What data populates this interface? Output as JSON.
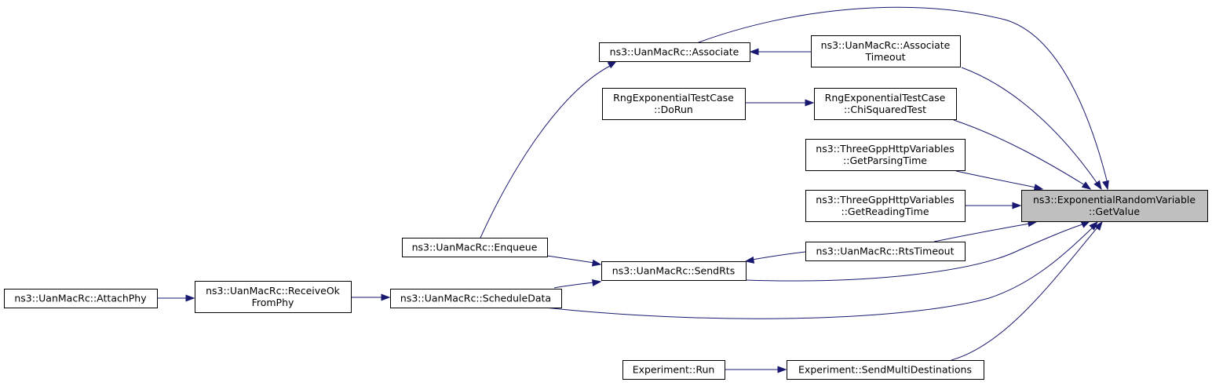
{
  "diagram": {
    "type": "call-graph",
    "direction": "right-to-left",
    "colors": {
      "edge": "#191970",
      "node_border": "#000000",
      "node_fill": "#ffffff",
      "focus_fill": "#bfbfbf"
    },
    "nodes": [
      {
        "id": "getvalue",
        "lines": [
          "ns3::ExponentialRandomVariable",
          "::GetValue"
        ],
        "focus": true
      },
      {
        "id": "associate",
        "lines": [
          "ns3::UanMacRc::Associate"
        ]
      },
      {
        "id": "associate_timeout",
        "lines": [
          "ns3::UanMacRc::Associate",
          "Timeout"
        ]
      },
      {
        "id": "rng_dorun",
        "lines": [
          "RngExponentialTestCase",
          "::DoRun"
        ]
      },
      {
        "id": "rng_chisq",
        "lines": [
          "RngExponentialTestCase",
          "::ChiSquaredTest"
        ]
      },
      {
        "id": "parsing_time",
        "lines": [
          "ns3::ThreeGppHttpVariables",
          "::GetParsingTime"
        ]
      },
      {
        "id": "reading_time",
        "lines": [
          "ns3::ThreeGppHttpVariables",
          "::GetReadingTime"
        ]
      },
      {
        "id": "enqueue",
        "lines": [
          "ns3::UanMacRc::Enqueue"
        ]
      },
      {
        "id": "rts_timeout",
        "lines": [
          "ns3::UanMacRc::RtsTimeout"
        ]
      },
      {
        "id": "send_rts",
        "lines": [
          "ns3::UanMacRc::SendRts"
        ]
      },
      {
        "id": "attach_phy",
        "lines": [
          "ns3::UanMacRc::AttachPhy"
        ]
      },
      {
        "id": "receive_ok",
        "lines": [
          "ns3::UanMacRc::ReceiveOk",
          "FromPhy"
        ]
      },
      {
        "id": "schedule_data",
        "lines": [
          "ns3::UanMacRc::ScheduleData"
        ]
      },
      {
        "id": "exp_run",
        "lines": [
          "Experiment::Run"
        ]
      },
      {
        "id": "send_multi",
        "lines": [
          "Experiment::SendMultiDestinations"
        ]
      }
    ],
    "edges": [
      {
        "from": "associate",
        "to": "getvalue"
      },
      {
        "from": "associate_timeout",
        "to": "associate"
      },
      {
        "from": "associate_timeout",
        "to": "getvalue"
      },
      {
        "from": "enqueue",
        "to": "associate"
      },
      {
        "from": "rng_dorun",
        "to": "rng_chisq"
      },
      {
        "from": "rng_chisq",
        "to": "getvalue"
      },
      {
        "from": "parsing_time",
        "to": "getvalue"
      },
      {
        "from": "reading_time",
        "to": "getvalue"
      },
      {
        "from": "rts_timeout",
        "to": "getvalue"
      },
      {
        "from": "rts_timeout",
        "to": "send_rts"
      },
      {
        "from": "send_rts",
        "to": "getvalue"
      },
      {
        "from": "enqueue",
        "to": "send_rts"
      },
      {
        "from": "schedule_data",
        "to": "send_rts"
      },
      {
        "from": "schedule_data",
        "to": "getvalue"
      },
      {
        "from": "attach_phy",
        "to": "receive_ok"
      },
      {
        "from": "receive_ok",
        "to": "schedule_data"
      },
      {
        "from": "exp_run",
        "to": "send_multi"
      },
      {
        "from": "send_multi",
        "to": "getvalue"
      }
    ]
  }
}
